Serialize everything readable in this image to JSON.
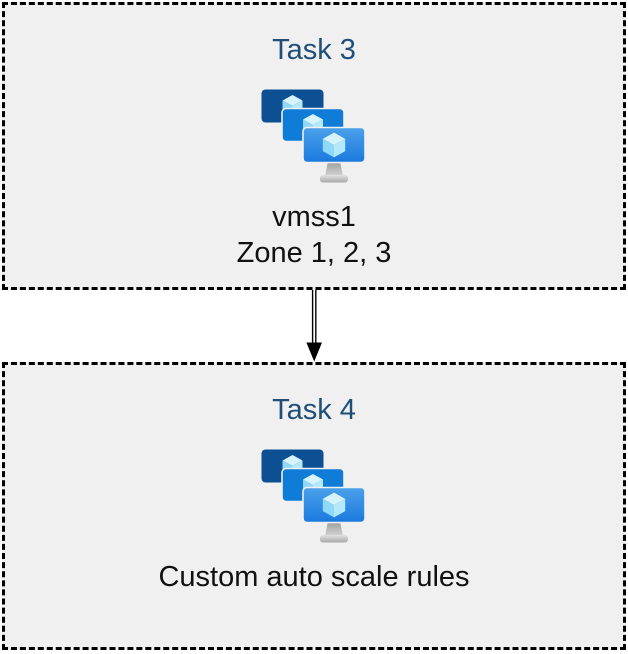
{
  "boxes": [
    {
      "title": "Task 3",
      "icon": "vm-scale-sets-icon",
      "lines": [
        "vmss1",
        "Zone 1, 2, 3"
      ]
    },
    {
      "title": "Task 4",
      "icon": "vm-scale-sets-icon",
      "lines": [
        "Custom auto scale rules"
      ]
    }
  ],
  "connector": {
    "type": "double-line-arrow-down",
    "direction": "task3-to-task4"
  },
  "colors": {
    "page_background": "#ffffff",
    "box_fill": "#f0f0f0",
    "box_border": "#000000",
    "title_text": "#1f4e79",
    "body_text": "#111111",
    "monitor_back": "#0c4f93",
    "monitor_middle": "#0f7cd7",
    "monitor_front_top": "#4ba1ea",
    "monitor_front_bottom": "#1b79de",
    "cube_top": "#d7f3fc",
    "cube_left": "#8ed9f6",
    "cube_right": "#b4e8fa",
    "stand_dark": "#9a9a9a",
    "stand_light": "#e2e2e2",
    "arrow": "#000000"
  }
}
